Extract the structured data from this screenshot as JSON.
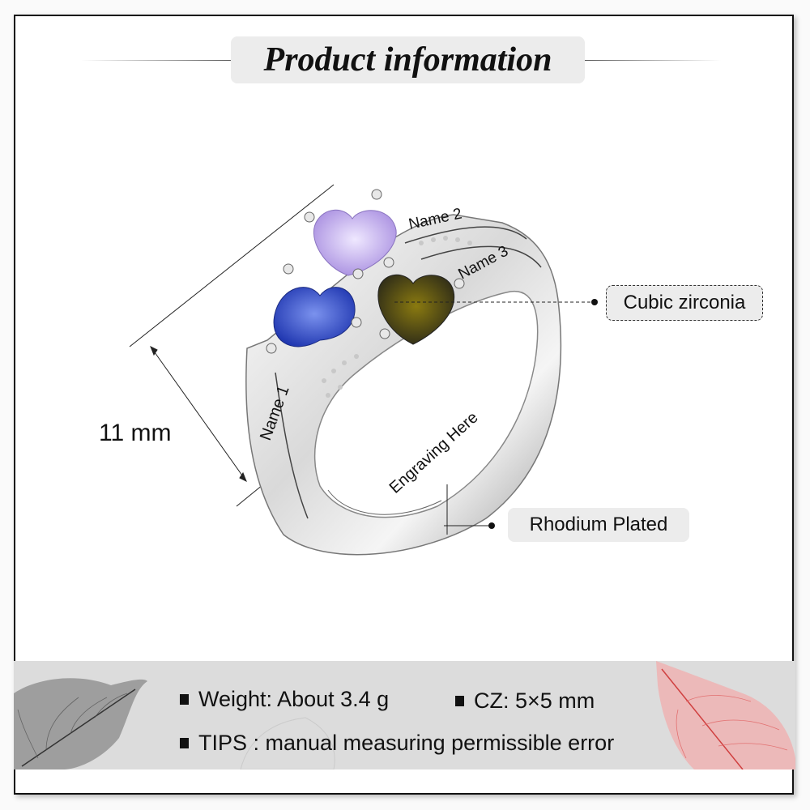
{
  "header": {
    "title": "Product information"
  },
  "ring": {
    "engravings": {
      "name1": "Name 1",
      "name2": "Name 2",
      "name3": "Name 3",
      "inner": "Engraving Here"
    },
    "stones": [
      {
        "position": "left",
        "color": "#2f4fc8"
      },
      {
        "position": "top",
        "color": "#c9b7f0"
      },
      {
        "position": "right",
        "color": "#4a4410"
      }
    ]
  },
  "dimension": {
    "label": "11 mm"
  },
  "callouts": {
    "stone_material": "Cubic zirconia",
    "plating": "Rhodium Plated"
  },
  "specs": {
    "weight": "Weight: About 3.4 g",
    "cz_size": "CZ: 5×5 mm",
    "tips": "TIPS : manual measuring permissible error"
  },
  "colors": {
    "band_bg": "#dcdcdc",
    "title_bg": "#ececec",
    "leaf_left": "#5a5a5a",
    "leaf_right": "#e07a7a"
  }
}
